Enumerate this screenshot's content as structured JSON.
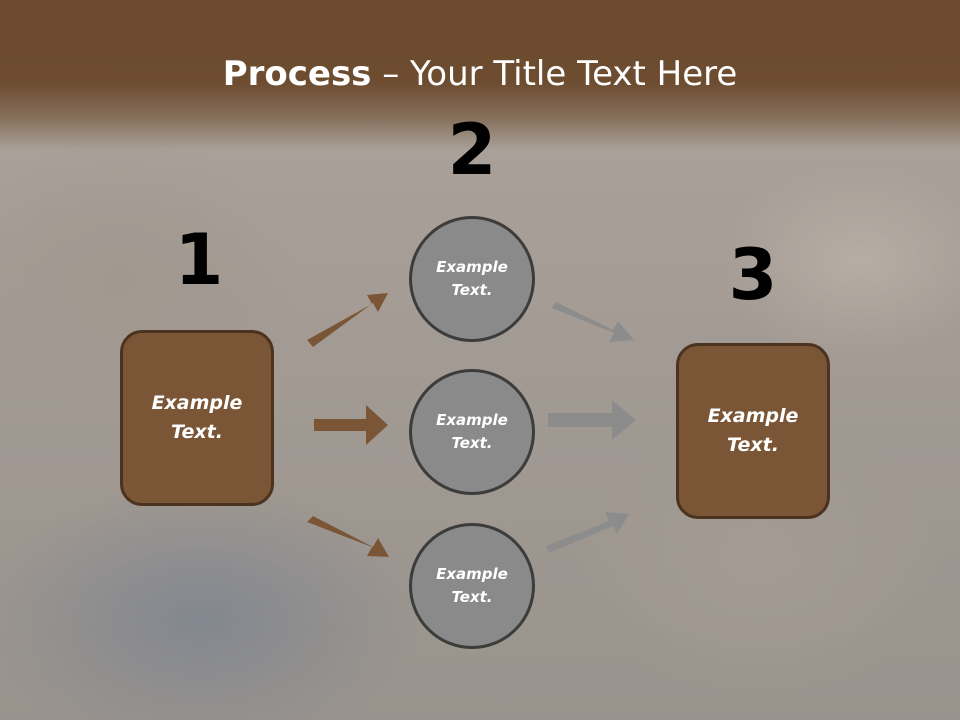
{
  "title": {
    "bold": "Process",
    "rest": " – Your Title Text Here"
  },
  "steps": [
    {
      "number": "1",
      "text": "Example Text."
    },
    {
      "number": "2",
      "items": [
        "Example Text.",
        "Example Text.",
        "Example Text."
      ]
    },
    {
      "number": "3",
      "text": "Example Text."
    }
  ],
  "colors": {
    "title_band": "#6d4c30",
    "box_fill": "#7a5636",
    "brown_arrow": "#7a5636",
    "circle_fill": "#8a8a8a",
    "grey_arrow": "#8c8c8c"
  }
}
